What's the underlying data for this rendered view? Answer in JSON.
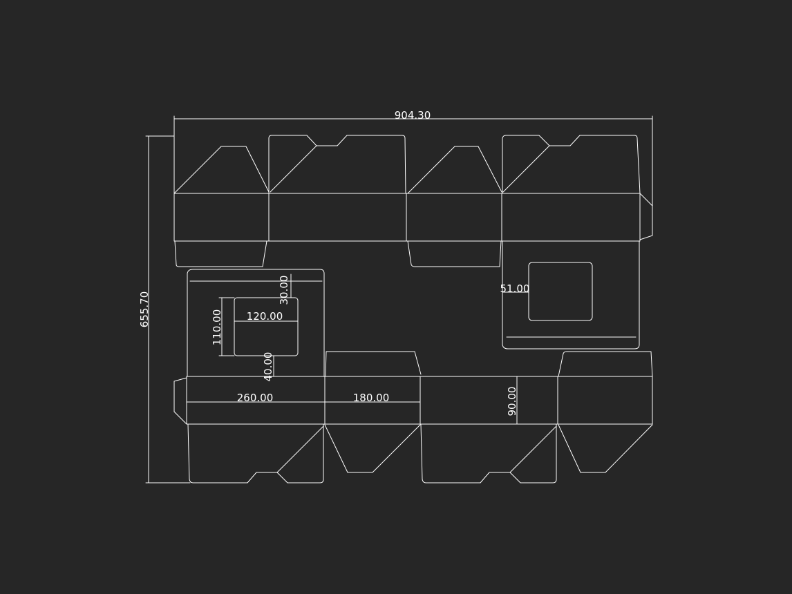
{
  "drawing": {
    "background_color": "#262626",
    "line_color": "#ffffff",
    "dimensions": {
      "overall_width": "904.30",
      "overall_height": "655.70",
      "window_width": "120.00",
      "window_height": "110.00",
      "window_top_offset": "30.00",
      "window_bottom_offset": "40.00",
      "panel_long": "260.00",
      "panel_short": "180.00",
      "panel_depth": "90.00",
      "window_right_label": "51.00"
    }
  }
}
